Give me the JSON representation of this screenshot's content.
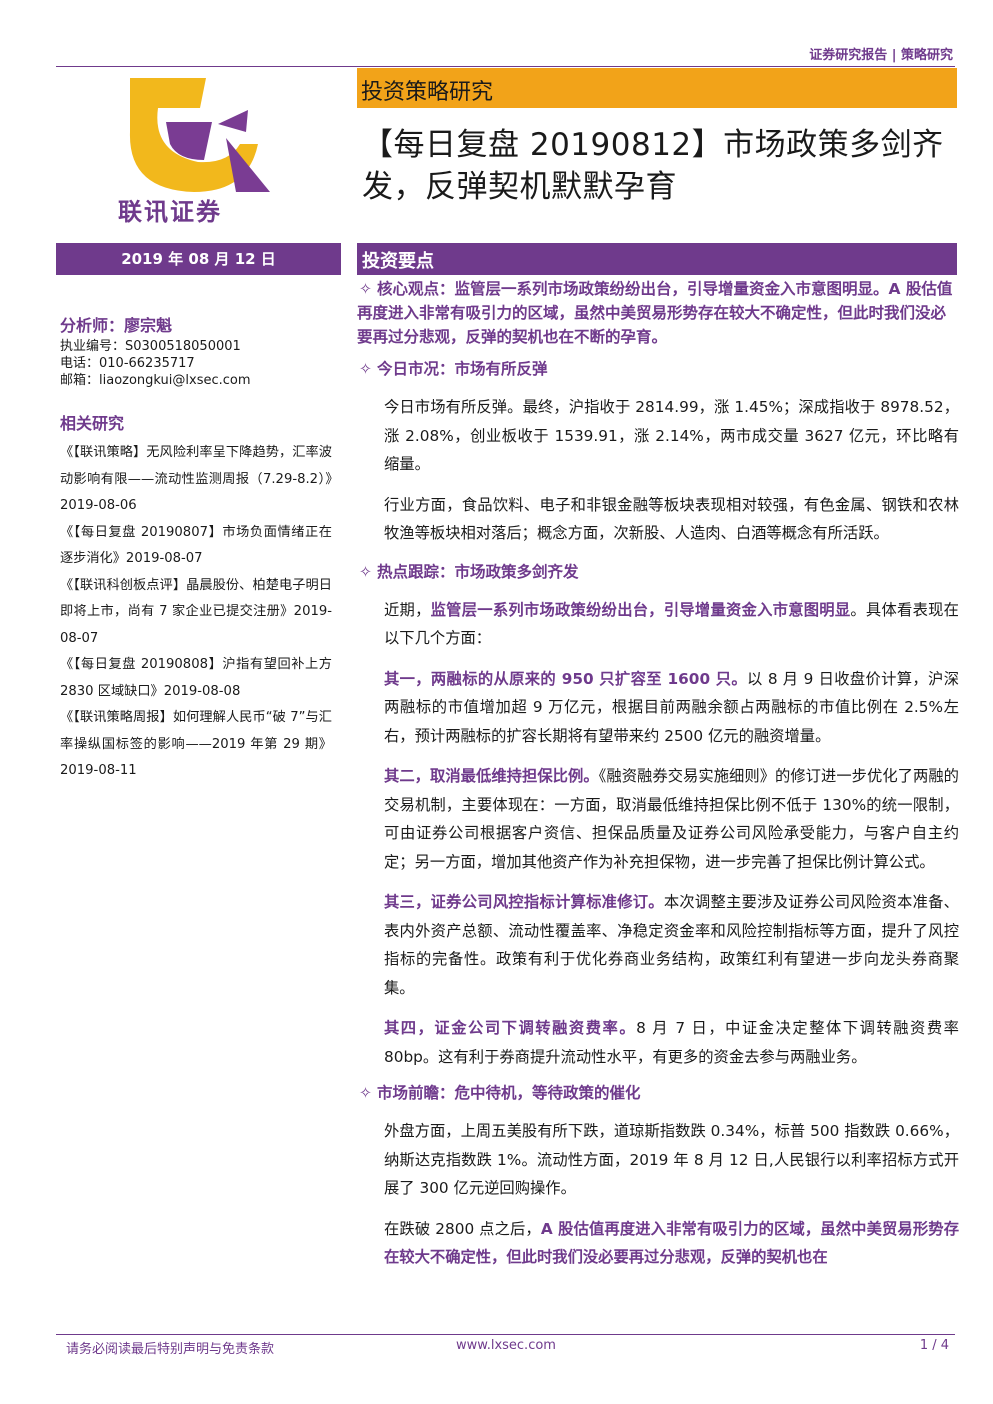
{
  "header": {
    "top_label": "证券研究报告 | 策略研究",
    "category": "投资策略研究",
    "title": "【每日复盘 20190812】市场政策多剑齐发，反弹契机默默孕育"
  },
  "logo": {
    "text": "联讯证券",
    "colors": {
      "yellow": "#f2b81c",
      "purple": "#7a3c93"
    }
  },
  "sidebar": {
    "date": "2019 年 08 月 12 日",
    "analyst": {
      "name": "分析师：廖宗魁",
      "license": "执业编号：S0300518050001",
      "phone": "电话：010-66235717",
      "email": "邮箱：liaozongkui@lxsec.com"
    },
    "related_title": "相关研究",
    "related": [
      "《【联讯策略】无风险利率呈下降趋势，汇率波动影响有限——流动性监测周报（7.29-8.2）》2019-08-06",
      "《【每日复盘 20190807】市场负面情绪正在逐步消化》2019-08-07",
      "《【联讯科创板点评】晶晨股份、柏楚电子明日即将上市，尚有 7 家企业已提交注册》2019-08-07",
      "《【每日复盘 20190808】沪指有望回补上方 2830 区域缺口》2019-08-08",
      "《【联讯策略周报】如何理解人民币“破 7”与汇率操纵国标签的影响——2019 年第 29 期》2019-08-11"
    ]
  },
  "main": {
    "section_title": "投资要点",
    "core_label": "核心观点：",
    "core_text": "监管层一系列市场政策纷纷出台，引导增量资金入市意图明显。A 股估值再度进入非常有吸引力的区域，虽然中美贸易形势存在较大不确定性，但此时我们没必要再过分悲观，反弹的契机也在不断的孕育。",
    "today_label": "今日市况：市场有所反弹",
    "today_p1": "今日市场有所反弹。最终，沪指收于 2814.99，涨 1.45%；深成指收于 8978.52，涨 2.08%，创业板收于 1539.91，涨 2.14%，两市成交量 3627 亿元，环比略有缩量。",
    "today_p2": "行业方面，食品饮料、电子和非银金融等板块表现相对较强，有色金属、钢铁和农林牧渔等板块相对落后；概念方面，次新股、人造肉、白酒等概念有所活跃。",
    "hot_label": "热点跟踪：市场政策多剑齐发",
    "hot_intro_pre": "近期，",
    "hot_intro_hl": "监管层一系列市场政策纷纷出台，引导增量资金入市意图明显",
    "hot_intro_post": "。具体看表现在以下几个方面：",
    "p1_hl": "其一，两融标的从原来的 950 只扩容至 1600 只。",
    "p1_text": "以 8 月 9 日收盘价计算，沪深两融标的市值增加超 9 万亿元，根据目前两融余额占两融标的市值比例在 2.5%左右，预计两融标的扩容长期将有望带来约 2500 亿元的融资增量。",
    "p2_hl": "其二，取消最低维持担保比例。",
    "p2_text": "《融资融券交易实施细则》的修订进一步优化了两融的交易机制，主要体现在：一方面，取消最低维持担保比例不低于 130%的统一限制，可由证券公司根据客户资信、担保品质量及证券公司风险承受能力，与客户自主约定；另一方面，增加其他资产作为补充担保物，进一步完善了担保比例计算公式。",
    "p3_hl": "其三，证券公司风控指标计算标准修订。",
    "p3_text": "本次调整主要涉及证券公司风险资本准备、表内外资产总额、流动性覆盖率、净稳定资金率和风险控制指标等方面，提升了风控指标的完备性。政策有利于优化券商业务结构，政策红利有望进一步向龙头券商聚集。",
    "p4_hl": "其四，证金公司下调转融资费率。",
    "p4_text": "8 月 7 日，中证金决定整体下调转融资费率 80bp。这有利于券商提升流动性水平，有更多的资金去参与两融业务。",
    "outlook_label": "市场前瞻：危中待机，等待政策的催化",
    "outlook_p1": "外盘方面，上周五美股有所下跌，道琼斯指数跌 0.34%，标普 500 指数跌 0.66%，纳斯达克指数跌 1%。流动性方面，2019 年 8 月 12 日,人民银行以利率招标方式开展了 300 亿元逆回购操作。",
    "outlook_p2_pre": "在跌破 2800 点之后，",
    "outlook_p2_hl": "A 股估值再度进入非常有吸引力的区域，虽然中美贸易形势存在较大不确定性，但此时我们没必要再过分悲观，反弹的契机也在"
  },
  "footer": {
    "disclaimer": "请务必阅读最后特别声明与免责条款",
    "website": "www.lxsec.com",
    "page": "1 / 4"
  }
}
